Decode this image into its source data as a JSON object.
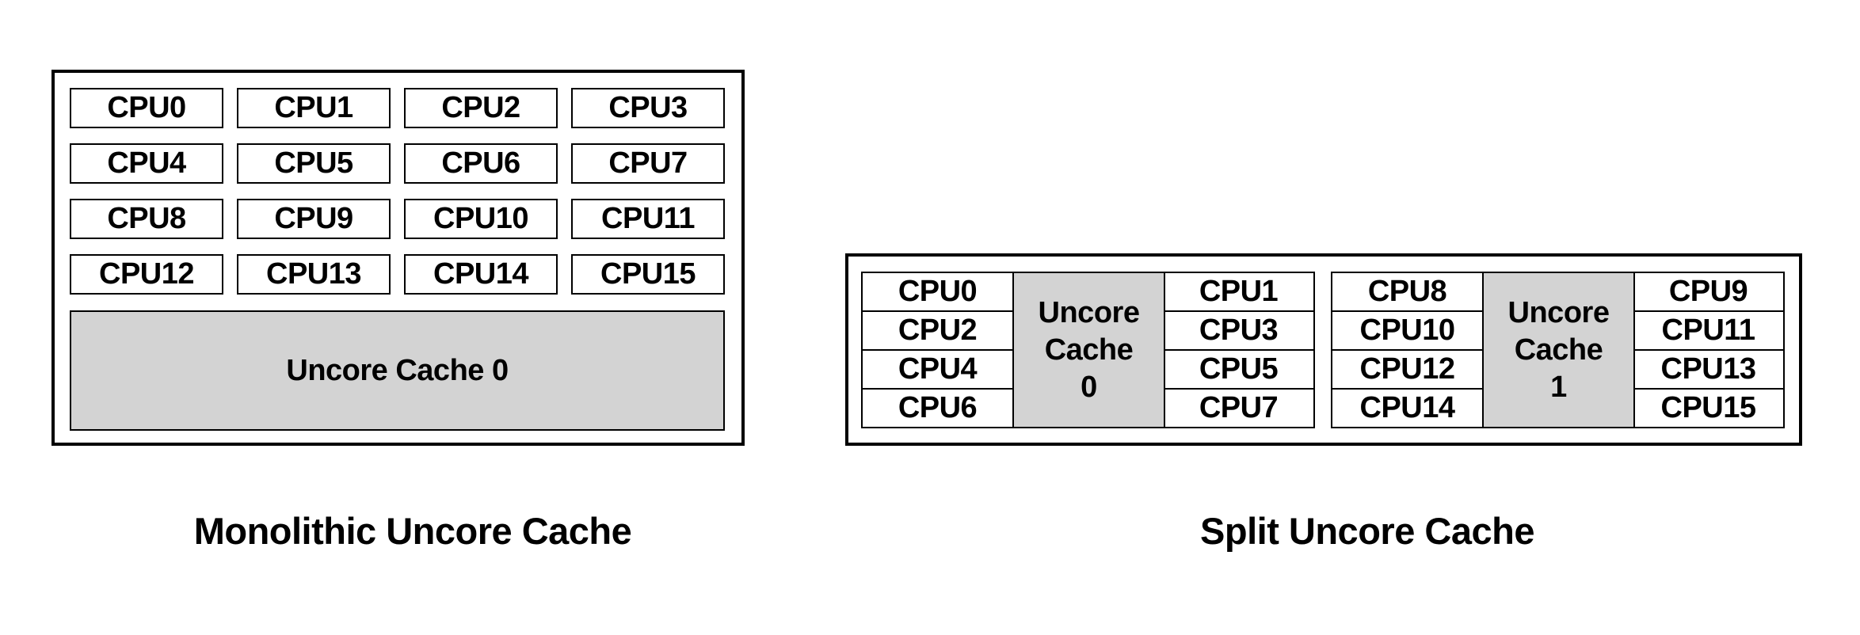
{
  "colors": {
    "background": "#ffffff",
    "line": "#000000",
    "text": "#000000",
    "cpu_fill": "#ffffff",
    "cache_fill": "#d3d3d3"
  },
  "monolithic": {
    "caption": "Monolithic Uncore Cache",
    "cpus": [
      "CPU0",
      "CPU1",
      "CPU2",
      "CPU3",
      "CPU4",
      "CPU5",
      "CPU6",
      "CPU7",
      "CPU8",
      "CPU9",
      "CPU10",
      "CPU11",
      "CPU12",
      "CPU13",
      "CPU14",
      "CPU15"
    ],
    "cache_label": "Uncore Cache 0"
  },
  "split": {
    "caption": "Split Uncore Cache",
    "clusters": [
      {
        "left_cpus": [
          "CPU0",
          "CPU2",
          "CPU4",
          "CPU6"
        ],
        "cache_lines": [
          "Uncore",
          "Cache",
          "0"
        ],
        "right_cpus": [
          "CPU1",
          "CPU3",
          "CPU5",
          "CPU7"
        ]
      },
      {
        "left_cpus": [
          "CPU8",
          "CPU10",
          "CPU12",
          "CPU14"
        ],
        "cache_lines": [
          "Uncore",
          "Cache",
          "1"
        ],
        "right_cpus": [
          "CPU9",
          "CPU11",
          "CPU13",
          "CPU15"
        ]
      }
    ]
  }
}
